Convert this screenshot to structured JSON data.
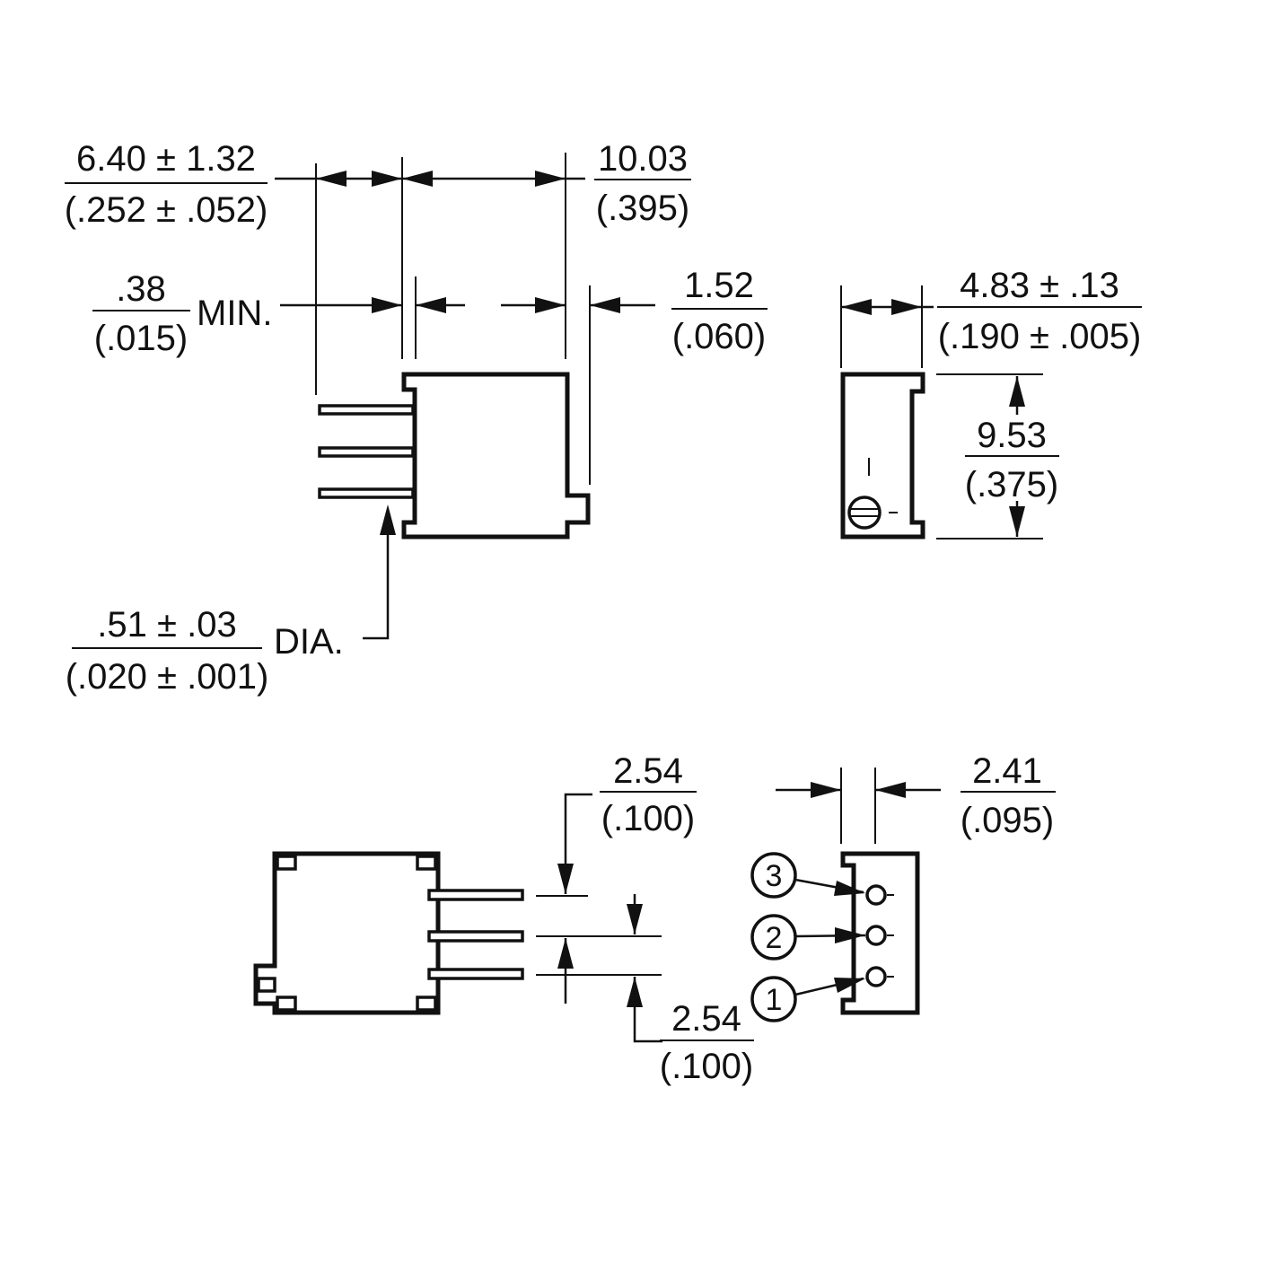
{
  "dimensions": {
    "pin_length": {
      "metric": "6.40 ± 1.32",
      "imperial": "(.252 ± .052)"
    },
    "body_length": {
      "metric": "10.03",
      "imperial": "(.395)"
    },
    "standoff": {
      "metric": ".38",
      "imperial": "(.015)",
      "suffix": "MIN."
    },
    "body_overhang": {
      "metric": "1.52",
      "imperial": "(.060)"
    },
    "body_width": {
      "metric": "4.83 ± .13",
      "imperial": "(.190 ± .005)"
    },
    "body_height": {
      "metric": "9.53",
      "imperial": "(.375)"
    },
    "pin_diameter": {
      "metric": ".51 ± .03",
      "imperial": "(.020 ± .001)",
      "suffix": "DIA."
    },
    "pin_pitch_top": {
      "metric": "2.54",
      "imperial": "(.100)"
    },
    "pin_pitch_bottom": {
      "metric": "2.54",
      "imperial": "(.100)"
    },
    "pin_row_offset": {
      "metric": "2.41",
      "imperial": "(.095)"
    }
  },
  "pin_labels": [
    "3",
    "2",
    "1"
  ]
}
